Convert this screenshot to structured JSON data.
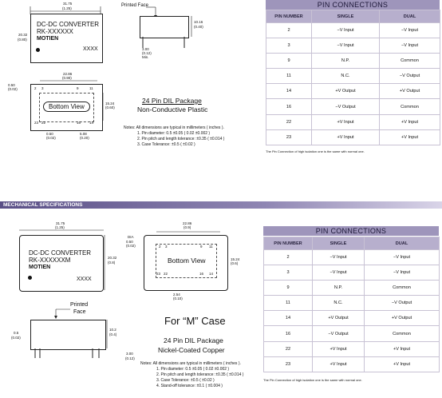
{
  "top": {
    "dim_top_width": "31.75",
    "dim_top_width_in": "(1.25)",
    "dim_left_height": "20.32",
    "dim_left_height_in": "(0.80)",
    "converter_line1": "DC-DC CONVERTER",
    "converter_line2": "RK-XXXXXX",
    "brand": "MOTIEN",
    "xxxx": "XXXX",
    "printed_face": "Printed Face",
    "side_height": "10.16",
    "side_height_in": "(0.40)",
    "pin_len": "3.00",
    "pin_len_in": "(0.12)",
    "pin_len_min": "Min.",
    "bottom_width": "22.86",
    "bottom_width_in": "(0.90)",
    "bottom_left": "0.50",
    "bottom_left_in": "(0.02)",
    "bottom_view": "Bottom View",
    "bottom_height": "15.24",
    "bottom_height_in": "(0.60)",
    "pin_numbers": [
      "2",
      "3",
      "9",
      "11",
      "14",
      "16",
      "22",
      "23"
    ],
    "bottom_dim_a": "0.50",
    "bottom_dim_a_in": "(0.02)",
    "bottom_dim_b": "5.08",
    "bottom_dim_b_in": "(0.20)",
    "package_line1": "24 Pin DIL Package",
    "package_line2": "Non-Conductive Plastic",
    "notes_title": "Notes: All dimensions are typical in millimeters ( inches ).",
    "notes": [
      "1. Pin diameter: 0.5 ±0.05 ( 0.02 ±0.002 )",
      "2. Pin pitch and length tolerance: ±0.35 ( ±0.014 )",
      "3. Case Tolerance: ±0.5 ( ±0.02 )"
    ]
  },
  "pin_table_top": {
    "title": "PIN CONNECTIONS",
    "headers": [
      "PIN NUMBER",
      "SINGLE",
      "DUAL"
    ],
    "rows": [
      [
        "2",
        "−V Input",
        "−V Input"
      ],
      [
        "3",
        "−V Input",
        "−V Input"
      ],
      [
        "9",
        "N.P.",
        "Common"
      ],
      [
        "11",
        "N.C.",
        "−V Output"
      ],
      [
        "14",
        "+V Output",
        "+V Output"
      ],
      [
        "16",
        "−V Output",
        "Common"
      ],
      [
        "22",
        "+V Input",
        "+V Input"
      ],
      [
        "23",
        "+V Input",
        "+V Input"
      ]
    ],
    "footnote": "The Pin Connection of high isolation one is the same with normal one."
  },
  "section_title": "MECHANICAL SPECIFICATIONS",
  "bottom": {
    "dim_top_width": "31.75",
    "dim_top_width_in": "(1.25)",
    "dim_left_height": "20.32",
    "dim_left_height_in": "(0.8)",
    "converter_line1": "DC-DC CONVERTER",
    "converter_line2": "RK-XXXXXXM",
    "brand": "MOTIEN",
    "xxxx": "XXXX",
    "dia": "DIA",
    "dia_val": "0.50",
    "dia_in": "(0.02)",
    "bottom_width": "22.86",
    "bottom_width_in": "(0.9)",
    "bottom_view": "Bottom View",
    "bottom_height": "15.24",
    "bottom_height_in": "(0.6)",
    "pin_numbers": [
      "2",
      "3",
      "9",
      "11",
      "14",
      "16",
      "22",
      "23"
    ],
    "pitch": "2.54",
    "pitch_in": "(0.10)",
    "printed_face_line1": "Printed",
    "printed_face_line2": "Face",
    "side_left": "0.5",
    "side_left_in": "(0.02)",
    "side_height": "10.2",
    "side_height_in": "(0.4)",
    "pin_len": "3.00",
    "pin_len_in": "(0.12)",
    "for_m_case": "For “M” Case",
    "package_line1": "24 Pin DIL Package",
    "package_line2": "Nickel-Coated Copper",
    "notes_title": "Notes: All dimensions are typical in millimeters ( inches ).",
    "notes": [
      "1. Pin diameter: 0.5 ±0.05 ( 0.02 ±0.002 )",
      "2. Pin pitch and length tolerance: ±0.35 ( ±0.014 )",
      "3. Case Tolerance: ±0.5 ( ±0.02 )",
      "4. Stand-off tolerance: ±0.1 ( ±0.004 )"
    ]
  },
  "pin_table_bottom": {
    "title": "PIN CONNECTIONS",
    "headers": [
      "PIN NUMBER",
      "SINGLE",
      "DUAL"
    ],
    "rows": [
      [
        "2",
        "−V Input",
        "−V Input"
      ],
      [
        "3",
        "−V Input",
        "−V Input"
      ],
      [
        "9",
        "N.P.",
        "Common"
      ],
      [
        "11",
        "N.C.",
        "−V Output"
      ],
      [
        "14",
        "+V Output",
        "+V Output"
      ],
      [
        "16",
        "−V Output",
        "Common"
      ],
      [
        "22",
        "+V Input",
        "+V Input"
      ],
      [
        "23",
        "+V Input",
        "+V Input"
      ]
    ],
    "footnote": "The Pin Connection of high isolation one is the same with normal one."
  },
  "colors": {
    "table_title_bg": "#9e95bb",
    "table_header_bg": "#b7afcd",
    "section_bar": "#5a4f86"
  }
}
